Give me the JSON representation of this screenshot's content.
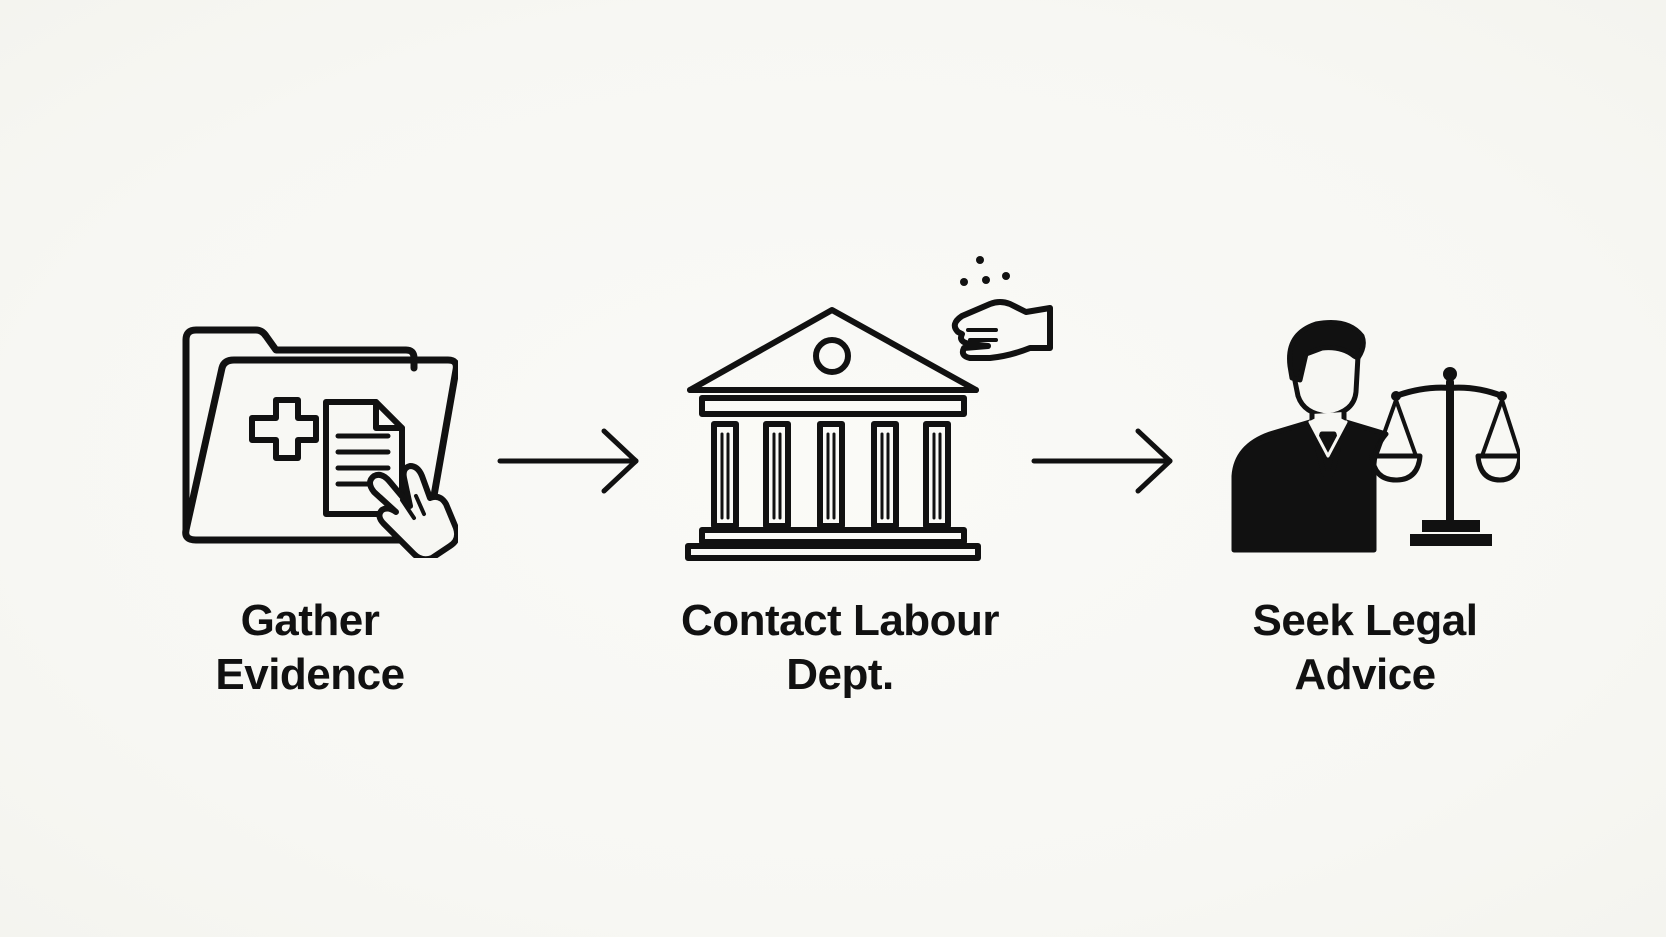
{
  "steps": [
    {
      "id": "gather-evidence",
      "line1": "Gather",
      "line2": "Evidence",
      "icon": "folder-documents-icon"
    },
    {
      "id": "contact-labour-dept",
      "line1": "Contact Labour",
      "line2": "Dept.",
      "icon": "government-building-icon"
    },
    {
      "id": "seek-legal-advice",
      "line1": "Seek Legal",
      "line2": "Advice",
      "icon": "lawyer-scales-icon"
    }
  ],
  "colors": {
    "background": "#f7f7f3",
    "ink": "#111111"
  }
}
